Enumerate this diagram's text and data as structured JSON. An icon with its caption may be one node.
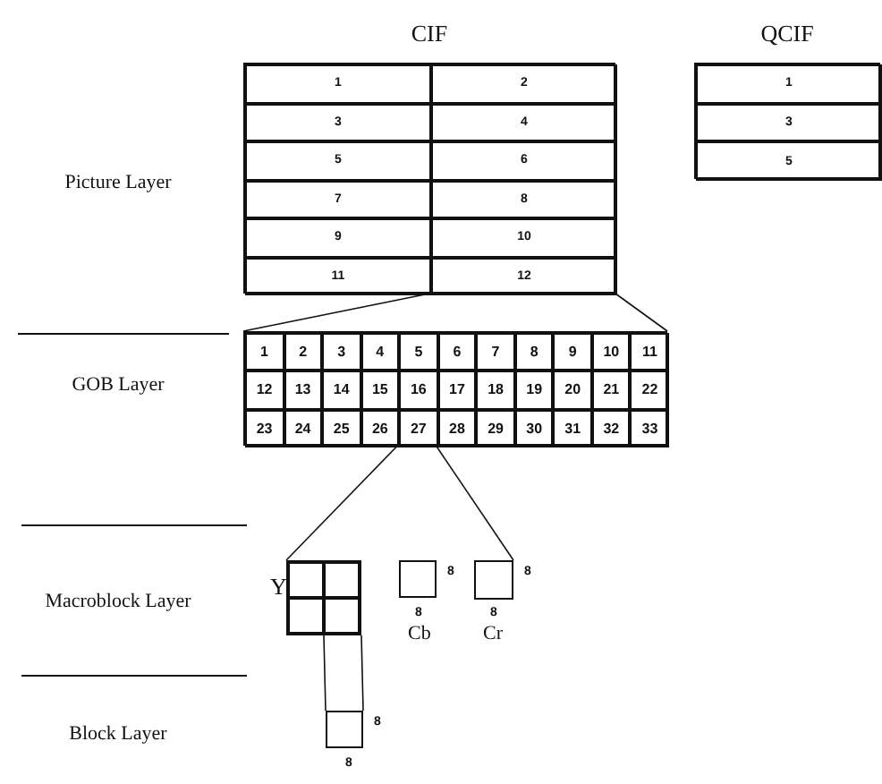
{
  "diagram": {
    "nodes": [
      {
        "text": [
          "CIF"
        ]
      },
      {
        "text": [
          "1"
        ],
        "in": 0
      },
      {
        "text": [
          "2"
        ],
        "in": 0
      },
      {
        "text": [
          "3"
        ],
        "in": 0
      },
      {
        "text": [
          "4"
        ],
        "in": 0
      },
      {
        "text": [
          "5"
        ],
        "in": 0
      },
      {
        "text": [
          "6"
        ],
        "in": 0
      },
      {
        "text": [
          "7"
        ],
        "in": 0
      },
      {
        "text": [
          "8"
        ],
        "in": 0
      },
      {
        "text": [
          "9"
        ],
        "in": 0
      },
      {
        "text": [
          "10"
        ],
        "in": 0
      },
      {
        "text": [
          "11"
        ],
        "in": 0
      },
      {
        "text": [
          "12"
        ],
        "in": 0
      },
      {
        "text": [
          "QCIF"
        ]
      },
      {
        "text": [
          "1"
        ],
        "in": 13
      },
      {
        "text": [
          "3"
        ],
        "in": 13
      },
      {
        "text": [
          "5"
        ],
        "in": 13
      },
      {
        "text": [],
        "shape": "box"
      },
      {
        "text": [
          "1"
        ],
        "in": 17
      },
      {
        "text": [
          "2"
        ],
        "in": 17
      },
      {
        "text": [
          "3"
        ],
        "in": 17
      },
      {
        "text": [
          "4"
        ],
        "in": 17
      },
      {
        "text": [
          "5"
        ],
        "in": 17
      },
      {
        "text": [
          "6"
        ],
        "in": 17
      },
      {
        "text": [
          "7"
        ],
        "in": 17
      },
      {
        "text": [
          "8"
        ],
        "in": 17
      },
      {
        "text": [
          "9"
        ],
        "in": 17
      },
      {
        "text": [
          "10"
        ],
        "in": 17
      },
      {
        "text": [
          "11"
        ],
        "in": 17
      },
      {
        "text": [
          "12"
        ],
        "in": 17
      },
      {
        "text": [
          "13"
        ],
        "in": 17
      },
      {
        "text": [
          "14"
        ],
        "in": 17
      },
      {
        "text": [
          "15"
        ],
        "in": 17
      },
      {
        "text": [
          "16"
        ],
        "in": 17
      },
      {
        "text": [
          "17"
        ],
        "in": 17
      },
      {
        "text": [
          "18"
        ],
        "in": 17
      },
      {
        "text": [
          "19"
        ],
        "in": 17
      },
      {
        "text": [
          "20"
        ],
        "in": 17
      },
      {
        "text": [
          "21"
        ],
        "in": 17
      },
      {
        "text": [
          "22"
        ],
        "in": 17
      },
      {
        "text": [
          "23"
        ],
        "in": 17
      },
      {
        "text": [
          "24"
        ],
        "in": 17
      },
      {
        "text": [
          "25"
        ],
        "in": 17
      },
      {
        "text": [
          "26"
        ],
        "in": 17
      },
      {
        "text": [
          "27"
        ],
        "in": 17
      },
      {
        "text": [
          "28"
        ],
        "in": 17
      },
      {
        "text": [
          "29"
        ],
        "in": 17
      },
      {
        "text": [
          "30"
        ],
        "in": 17
      },
      {
        "text": [
          "31"
        ],
        "in": 17
      },
      {
        "text": [
          "32"
        ],
        "in": 17
      },
      {
        "text": [
          "33"
        ],
        "in": 17
      },
      {
        "text": [],
        "shape": "box",
        "beside": [
          "Y"
        ]
      },
      {
        "text": [],
        "shape": "box",
        "beside": [
          "8",
          "8",
          "Cb"
        ]
      },
      {
        "text": [],
        "shape": "box",
        "beside": [
          "8",
          "8",
          "Cr"
        ]
      },
      {
        "text": [],
        "shape": "box",
        "beside": [
          "8",
          "8"
        ]
      }
    ],
    "edges": [
      {
        "from": 12,
        "to": 17,
        "arrow": "none"
      },
      {
        "from": 12,
        "to": 17,
        "arrow": "none"
      },
      {
        "from": 44,
        "to": 51,
        "arrow": "none"
      },
      {
        "from": 44,
        "to": 53,
        "arrow": "none"
      },
      {
        "from": 51,
        "to": 54,
        "arrow": "none"
      },
      {
        "from": 51,
        "to": 54,
        "arrow": "none"
      }
    ],
    "labels": [
      "Picture Layer",
      "GOB Layer",
      "Macroblock Layer",
      "Block Layer"
    ]
  }
}
